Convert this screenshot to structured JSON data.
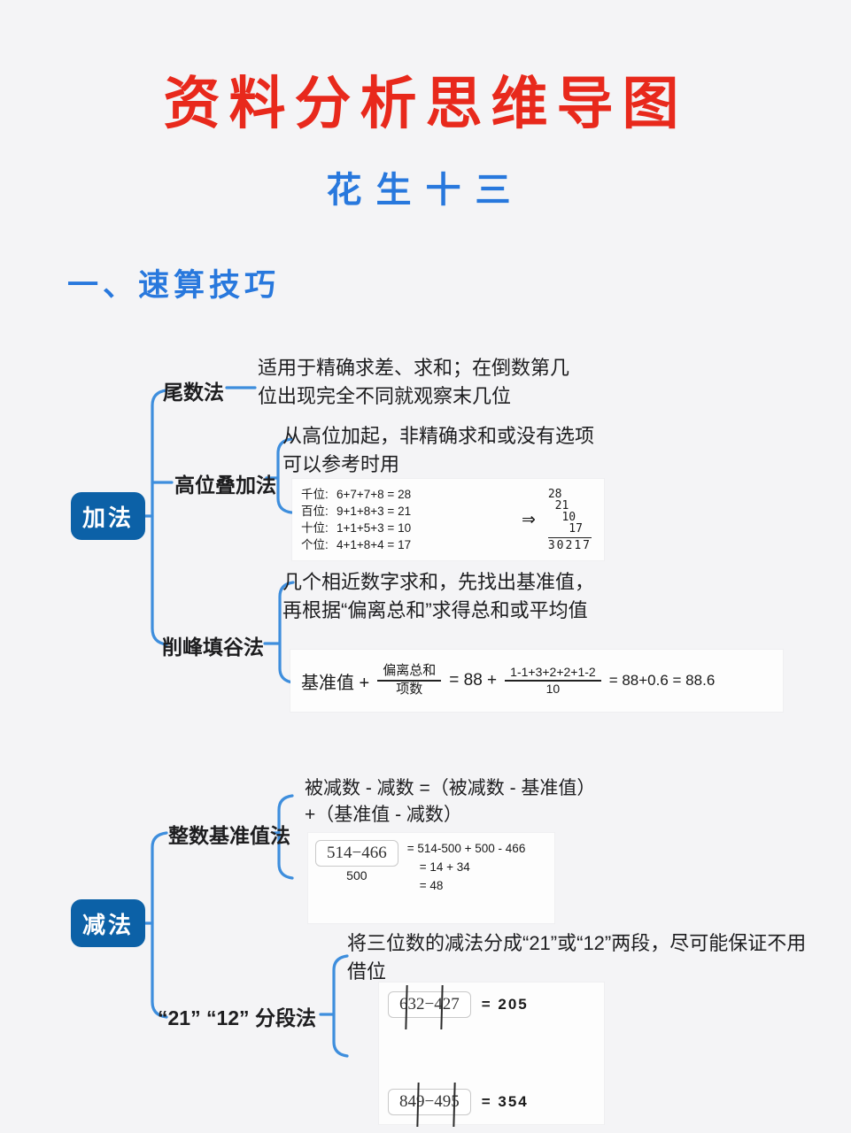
{
  "page": {
    "title": "资料分析思维导图",
    "subtitle": "花生十三",
    "section": "一、速算技巧",
    "background": "#f4f4f6",
    "title_color": "#e8291c",
    "accent_blue": "#2878dd"
  },
  "map": {
    "branch_color": "#3e8edd",
    "node_color": "#0c61a7",
    "node1": "加法",
    "node2": "减法",
    "b1": {
      "label": "尾数法",
      "note": "适用于精确求差、求和；在倒数第几位出现完全不同就观察末几位"
    },
    "b2": {
      "label": "高位叠加法",
      "note": "从高位加起，非精确求和或没有选项可以参考时用",
      "rows": [
        {
          "place": "千位:",
          "calc": "6+7+7+8 = 28"
        },
        {
          "place": "百位:",
          "calc": "9+1+8+3 = 21"
        },
        {
          "place": "十位:",
          "calc": "1+1+5+3 = 10"
        },
        {
          "place": "个位:",
          "calc": "4+1+8+4 = 17"
        }
      ],
      "arrow": "⇒",
      "stair": [
        "28",
        "21",
        "10",
        "17"
      ],
      "total": "30217"
    },
    "b3": {
      "label": "削峰填谷法",
      "note": "几个相近数字求和，先找出基准值，再根据“偏离总和”求得总和或平均值",
      "formula": {
        "lhs": "基准值 +",
        "f1num": "偏离总和",
        "f1den": "项数",
        "mid": "= 88 +",
        "f2num": "1-1+3+2+2+1-2",
        "f2den": "10",
        "rhs": "= 88+0.6 = 88.6"
      }
    },
    "b4": {
      "label": "整数基准值法",
      "note": "被减数 - 减数 =（被减数 - 基准值）+（基准值 - 减数）",
      "example": {
        "expr": "514−466",
        "base": "500",
        "steps": [
          "= 514-500 + 500 - 466",
          "= 14 + 34",
          "= 48"
        ]
      }
    },
    "b5": {
      "label": "“21” “12” 分段法",
      "note": "将三位数的减法分成“21”或“12”两段，尽可能保证不用借位",
      "ex1": {
        "expr": "632−427",
        "result": "= 205"
      },
      "ex2": {
        "expr": "849−495",
        "result": "= 354"
      }
    }
  }
}
